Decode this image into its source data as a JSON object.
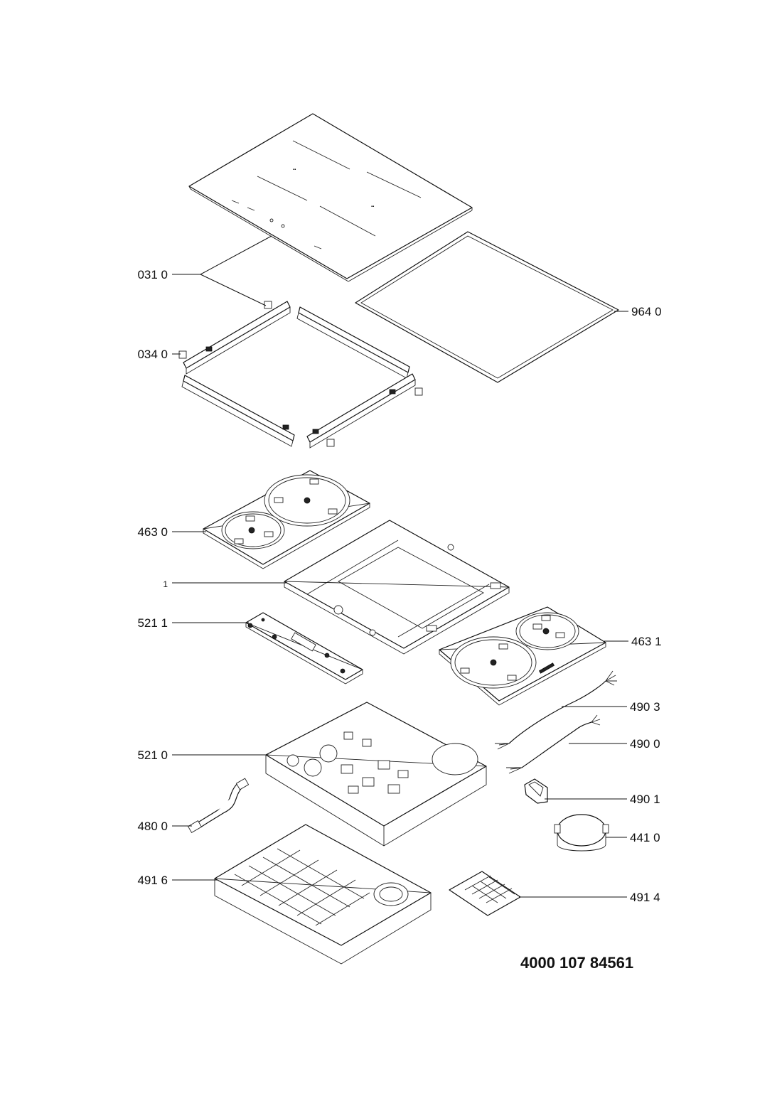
{
  "callouts": {
    "c0310": "031 0",
    "c0340": "034 0",
    "c9640": "964 0",
    "c4630": "463 0",
    "c1": "1",
    "c5211": "521 1",
    "c4631": "463 1",
    "c4903": "490 3",
    "c4900": "490 0",
    "c5210": "521 0",
    "c4901": "490 1",
    "c4800": "480 0",
    "c4410": "441 0",
    "c4916": "491 6",
    "c4914": "491 4"
  },
  "document_number": "4000 107 84561"
}
